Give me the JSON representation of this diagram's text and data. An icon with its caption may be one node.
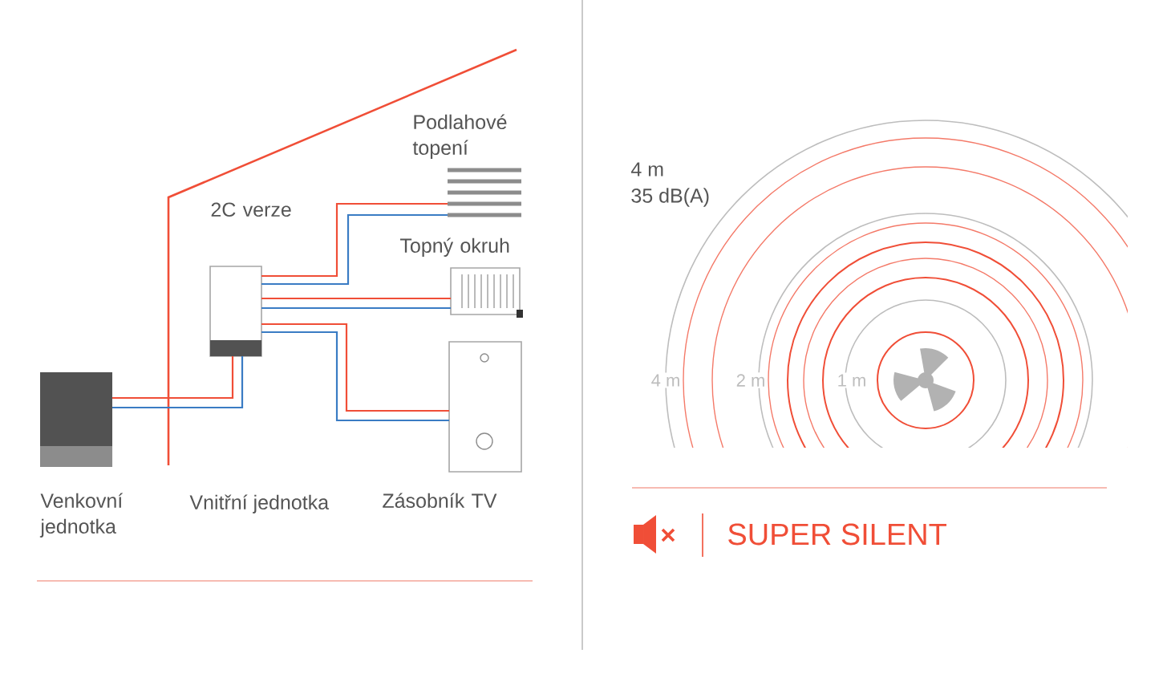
{
  "diagram": {
    "nodes": [
      {
        "text": [
          "Venkovní jednotka"
        ]
      },
      {
        "text": [
          "2C verze"
        ]
      },
      {
        "text": [
          "Podlahové topení"
        ]
      },
      {
        "text": [
          "Topný okruh"
        ]
      },
      {
        "text": [
          "Zásobník TV"
        ]
      }
    ],
    "edges": [
      {
        "from": 0,
        "to": 1,
        "arrow": "none",
        "color": "#f04e37"
      },
      {
        "from": 0,
        "to": 1,
        "arrow": "none",
        "color": "#3a7cc4"
      },
      {
        "from": 1,
        "to": 2,
        "arrow": "none",
        "color": "#f04e37"
      },
      {
        "from": 1,
        "to": 2,
        "arrow": "none",
        "color": "#3a7cc4"
      },
      {
        "from": 1,
        "to": 3,
        "arrow": "none",
        "color": "#f04e37"
      },
      {
        "from": 1,
        "to": 3,
        "arrow": "none",
        "color": "#3a7cc4"
      },
      {
        "from": 1,
        "to": 4,
        "arrow": "none",
        "color": "#f04e37"
      },
      {
        "from": 1,
        "to": 4,
        "arrow": "none",
        "color": "#3a7cc4"
      }
    ],
    "labels": [
      "Vnitřní jednotka",
      "4 m",
      "35 dB(A)",
      "4 m",
      "2 m",
      "1 m",
      "SUPER SILENT"
    ]
  }
}
